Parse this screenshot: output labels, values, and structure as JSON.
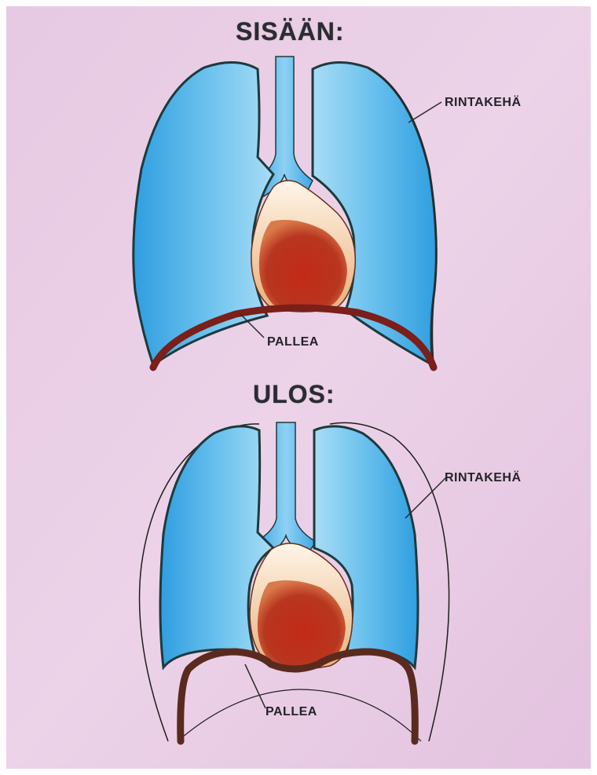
{
  "panels": [
    {
      "heading": "SISÄÄN:",
      "labels": {
        "chest": "RINTAKEHÄ",
        "diaphragm": "PALLEA"
      }
    },
    {
      "heading": "ULOS:",
      "labels": {
        "chest": "RINTAKEHÄ",
        "diaphragm": "PALLEA"
      }
    }
  ],
  "colors": {
    "background": "#e9cfe6",
    "lung": "#3aa7e4",
    "lung_outline": "#1d3a3c",
    "heart": "#b8281a",
    "diaphragm": "#7a1f1a",
    "ribcage_line": "#2a2a2a"
  },
  "icons": [
    "lung-icon",
    "trachea-icon",
    "heart-icon",
    "diaphragm-icon",
    "ribcage-icon"
  ]
}
